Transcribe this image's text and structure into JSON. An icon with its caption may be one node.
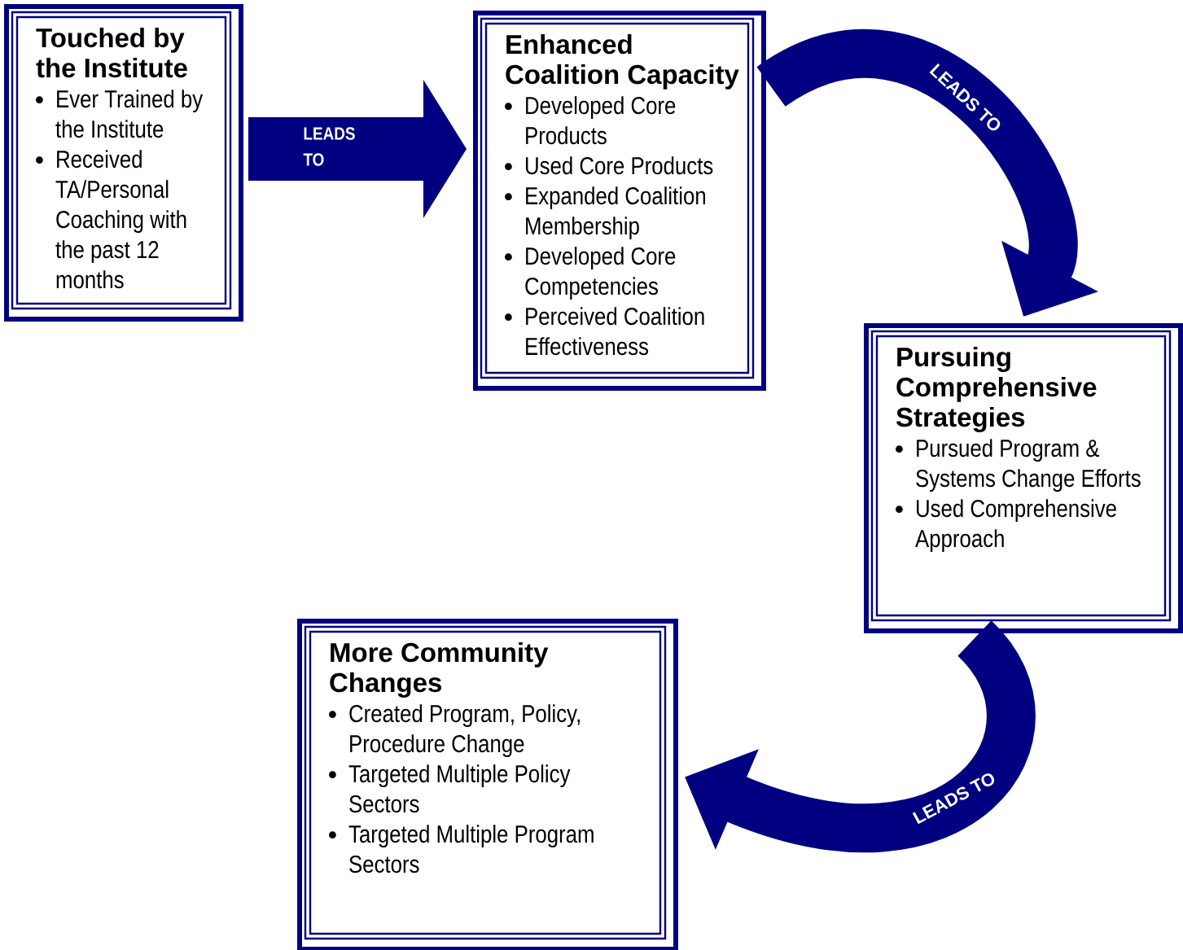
{
  "diagram": {
    "nodes": [
      {
        "text": [
          "Touched by the Institute",
          "Ever Trained by the Institute",
          "Received TA/Personal Coaching with the past 12 months"
        ]
      },
      {
        "text": [
          "Enhanced Coalition Capacity",
          "Developed Core Products",
          "Used Core Products",
          "Expanded Coalition Membership",
          "Developed Core Competencies",
          "Perceived Coalition Effectiveness"
        ]
      },
      {
        "text": [
          "Pursuing Comprehensive Strategies",
          "Pursued Program & Systems Change Efforts",
          "Used Comprehensive Approach"
        ]
      },
      {
        "text": [
          "More Community Changes",
          "Created Program, Policy, Procedure Change",
          "Targeted Multiple Policy Sectors",
          "Targeted Multiple Program Sectors"
        ]
      }
    ],
    "edges": [
      {
        "from": 0,
        "to": 1,
        "arrow": "to",
        "label": "LEADS TO"
      },
      {
        "from": 1,
        "to": 2,
        "arrow": "to",
        "label": "LEADS TO"
      },
      {
        "from": 2,
        "to": 3,
        "arrow": "to",
        "label": "LEADS TO"
      }
    ]
  }
}
